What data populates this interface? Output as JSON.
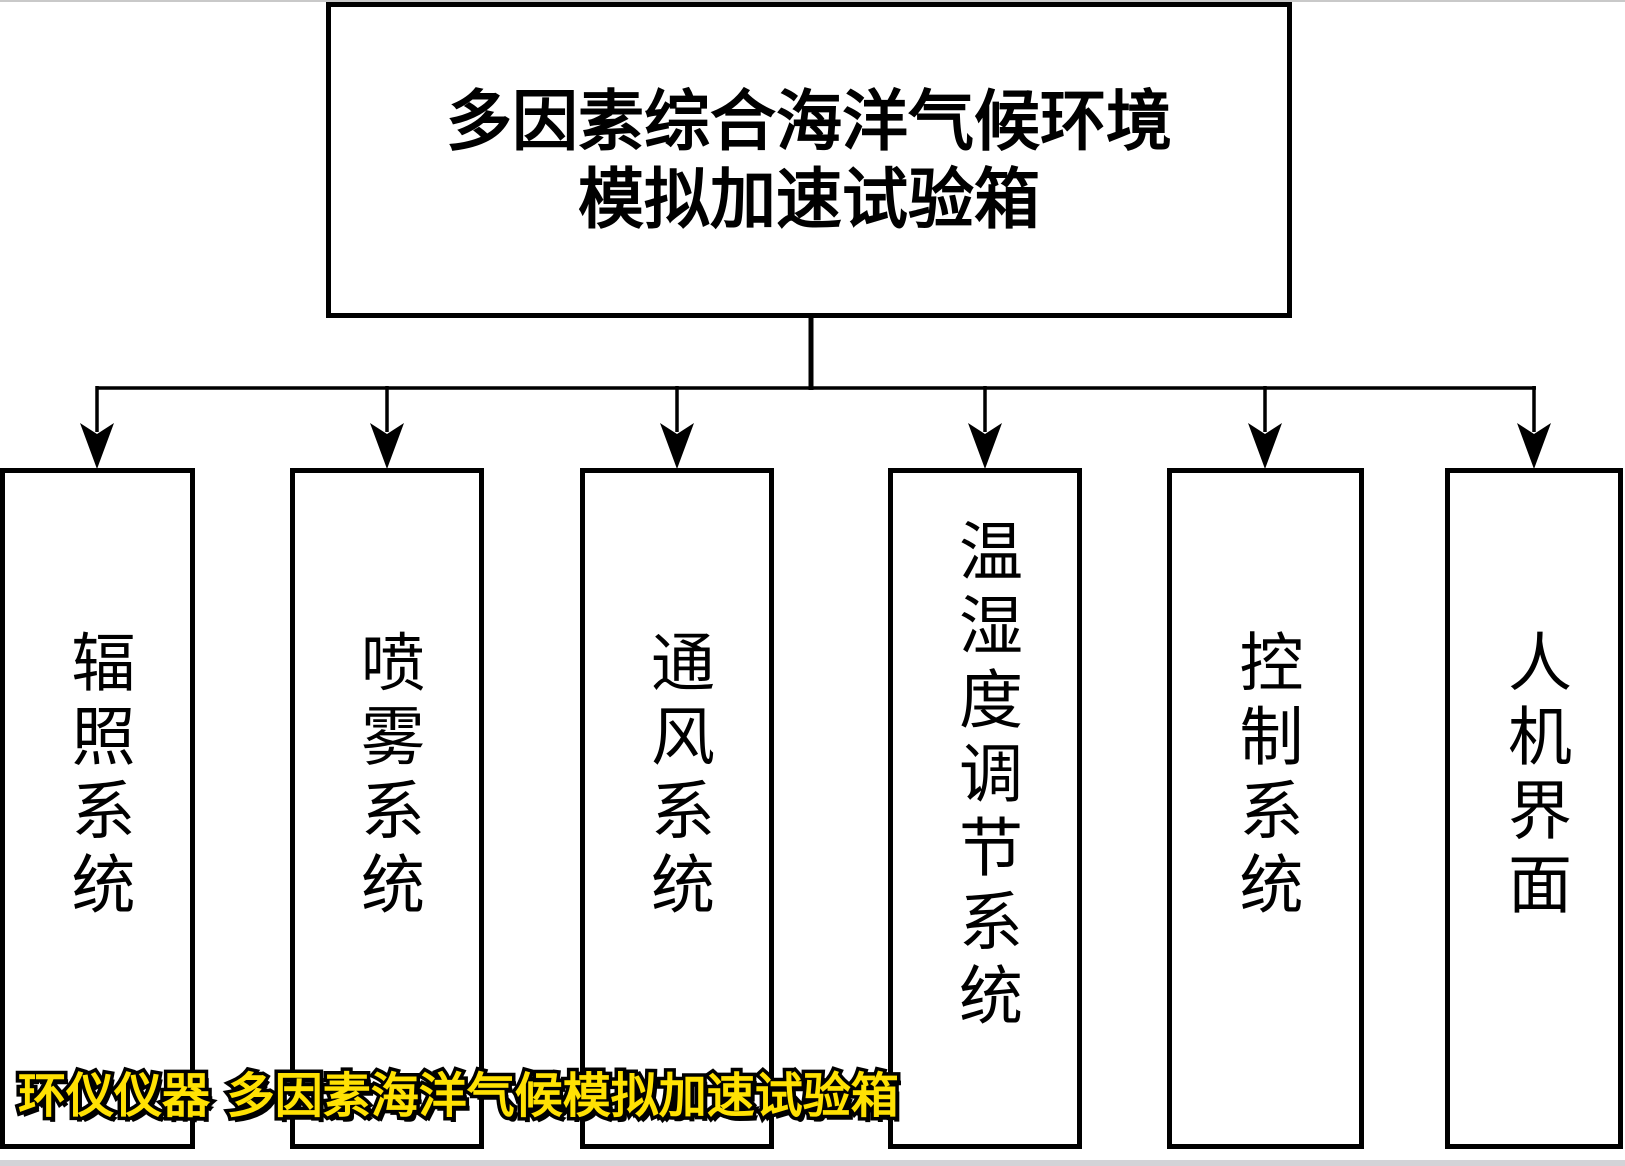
{
  "diagram": {
    "background": "#ffffff",
    "line_color": "#000000",
    "box_border_color": "#000000"
  },
  "root_box": {
    "line1": "多因素综合海洋气候环境",
    "line2": "模拟加速试验箱"
  },
  "branches": [
    {
      "label": "辐照系统"
    },
    {
      "label": "喷雾系统"
    },
    {
      "label": "通风系统"
    },
    {
      "label": "温湿度调节系统"
    },
    {
      "label": "控制系统"
    },
    {
      "label": "人机界面"
    }
  ],
  "watermark": {
    "text": "环仪仪器 多因素海洋气候模拟加速试验箱",
    "fill_color": "#ffe103",
    "outline_color": "#000000"
  }
}
